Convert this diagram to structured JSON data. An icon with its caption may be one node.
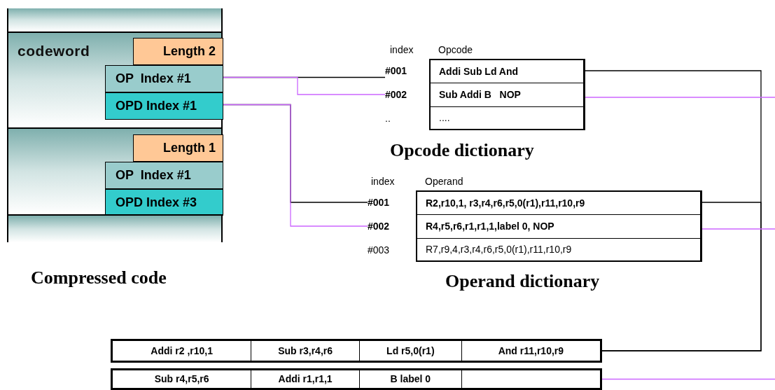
{
  "diagram": {
    "nodes": [
      {
        "text": [
          "codeword"
        ]
      },
      {
        "text": [
          "Length 2"
        ],
        "in": 0
      },
      {
        "text": [
          "OP  Index #1"
        ],
        "in": 0
      },
      {
        "text": [
          "OPD Index #1"
        ],
        "in": 0
      },
      {
        "text": [],
        "shape": "box"
      },
      {
        "text": [
          "Length 1"
        ],
        "in": 4
      },
      {
        "text": [
          "OP  Index #1"
        ],
        "in": 4
      },
      {
        "text": [
          "OPD Index #3"
        ],
        "in": 4
      },
      {
        "text": [
          "#001",
          "Addi Sub Ld And"
        ]
      },
      {
        "text": [
          "#002",
          "Sub Addi B   NOP"
        ]
      },
      {
        "text": [
          "..",
          "...."
        ]
      },
      {
        "text": [
          "#001",
          "R2,r10,1, r3,r4,r6,r5,0(r1),r11,r10,r9"
        ]
      },
      {
        "text": [
          "#002",
          "R4,r5,r6,r1,r1,1,label 0, NOP"
        ]
      },
      {
        "text": [
          "#003",
          "R7,r9,4,r3,r4,r6,r5,0(r1),r11,r10,r9"
        ]
      },
      {
        "text": [
          "Addi r2 ,r10,1",
          "Sub r3,r4,r6",
          "Ld r5,0(r1)",
          "And r11,r10,r9"
        ]
      },
      {
        "text": [
          "Sub r4,r5,r6",
          "Addi r1,r1,1",
          "B label 0"
        ]
      },
      {
        "text": [],
        "shape": "box"
      },
      {
        "text": [],
        "shape": "box"
      }
    ],
    "edges": [
      {
        "from": 2,
        "to": 8,
        "arrow": "none",
        "color": "#000000"
      },
      {
        "from": 2,
        "to": 9,
        "arrow": "none",
        "color": "#cc66ff"
      },
      {
        "from": 3,
        "to": 11,
        "arrow": "none",
        "color": "#000000"
      },
      {
        "from": 3,
        "to": 12,
        "arrow": "none",
        "color": "#cc66ff"
      },
      {
        "from": 8,
        "to": 14,
        "arrow": "none",
        "color": "#000000"
      },
      {
        "from": 11,
        "to": 14,
        "arrow": "none",
        "color": "#000000"
      },
      {
        "from": 9,
        "to": null,
        "arrow": "none",
        "color": "#cc66ff"
      },
      {
        "from": 12,
        "to": null,
        "arrow": "none",
        "color": "#cc66ff"
      },
      {
        "from": null,
        "to": 15,
        "arrow": "none",
        "color": "#cc66ff"
      }
    ],
    "labels": [
      "index",
      "Opcode",
      "Opcode dictionary",
      "index",
      "Operand",
      "Compressed code",
      "Operand dictionary"
    ]
  }
}
